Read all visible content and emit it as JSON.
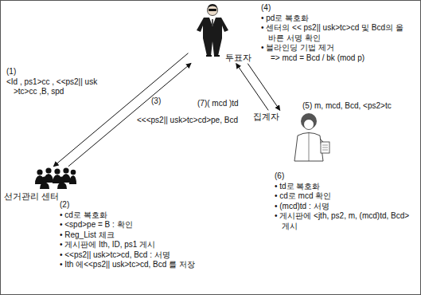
{
  "diagram": {
    "nodes": [
      {
        "text": [
          "투표자"
        ]
      },
      {
        "text": [
          "선거관리 센터"
        ]
      },
      {
        "text": [
          "집계자"
        ]
      }
    ],
    "edges": [
      {
        "from": 0,
        "to": 1,
        "arrow": "to"
      },
      {
        "from": 1,
        "to": 0,
        "arrow": "to"
      },
      {
        "from": 0,
        "to": 2,
        "arrow": "to"
      },
      {
        "from": 2,
        "to": 0,
        "arrow": "to"
      }
    ],
    "labels": [
      "(1)",
      "<Id , ps1>cc , <<ps2|| usk >tc>cc ,B, spd",
      "(4)",
      "• pd로 복호화",
      "• 센터의 << ps2|| usk>tc>cd 및 Bcd의 올바른 서명 확인",
      "• 블라인딩 기법 제거",
      "=> mcd = Bcd / bk (mod p)",
      "(3)",
      "<<<ps2|| usk>tc>cd>pe, Bcd",
      "(7)( mcd )td",
      "(5) m, mcd, Bcd, <ps2>tc",
      "(2)",
      "• cd로 복호화",
      "• <spd>pe = B : 확인",
      "• Reg_List 체크",
      "• 게시판에 Ith, ID, ps1 게시",
      "• <<ps2|| usk>tc>cd, Bcd : 서명",
      "• Ith 에<<ps2|| usk>tc>cd, Bcd 를 저장",
      "(6)",
      "• td로 복호화",
      "• cd로 mcd 확인",
      "• (mcd)td : 서명",
      "• 게시판에 <jth, ps2, m, (mcd)td, Bcd> 게시"
    ]
  }
}
